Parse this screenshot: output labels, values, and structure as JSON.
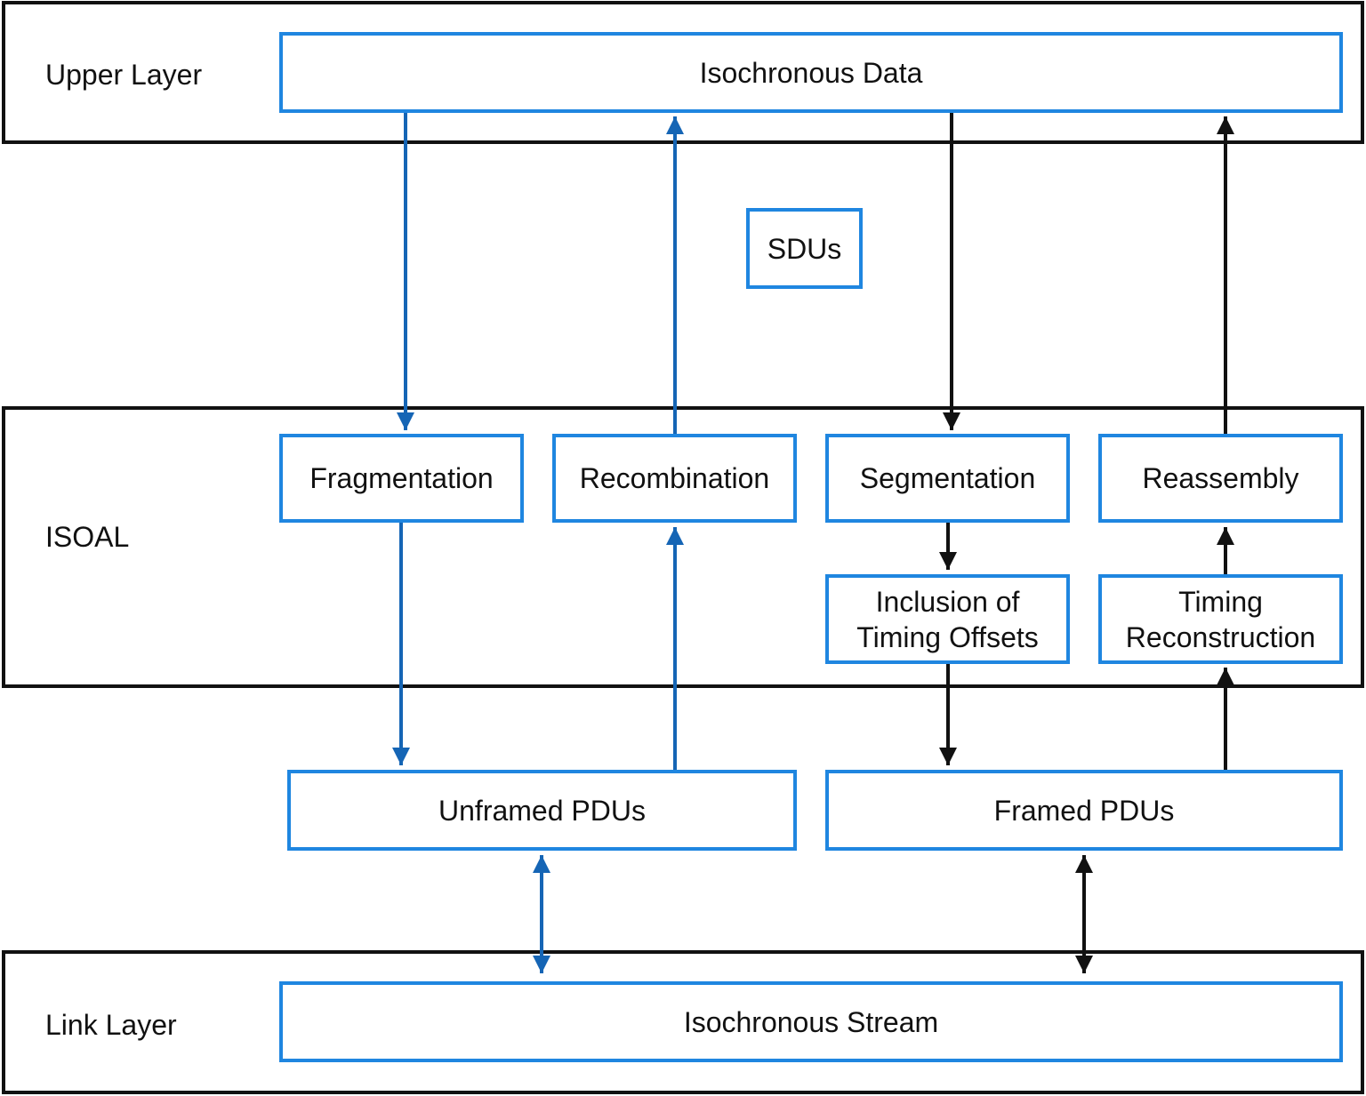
{
  "layers": {
    "upper": "Upper Layer",
    "isoal": "ISOAL",
    "link": "Link Layer"
  },
  "boxes": {
    "isochronous_data": "Isochronous Data",
    "sdus": "SDUs",
    "fragmentation": "Fragmentation",
    "recombination": "Recombination",
    "segmentation": "Segmentation",
    "reassembly": "Reassembly",
    "inclusion_line1": "Inclusion of",
    "inclusion_line2": "Timing Offsets",
    "timing_line1": "Timing",
    "timing_line2": "Reconstruction",
    "unframed_pdus": "Unframed PDUs",
    "framed_pdus": "Framed PDUs",
    "isochronous_stream": "Isochronous Stream"
  },
  "colors": {
    "blue_border": "#1f86e0",
    "blue_arrow": "#1565b5",
    "black": "#111111"
  }
}
